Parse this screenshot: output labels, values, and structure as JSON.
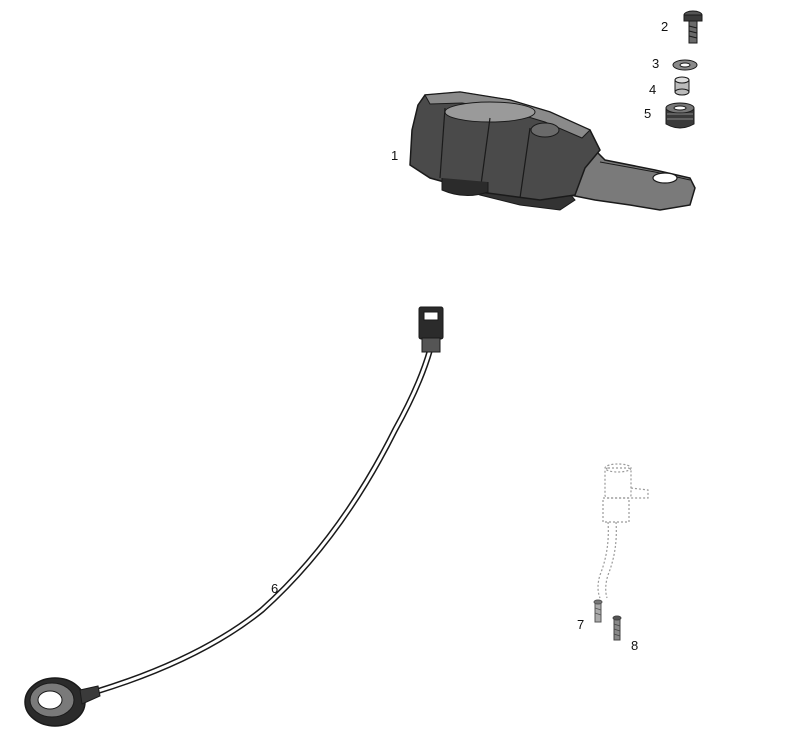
{
  "callouts": {
    "p1": "1",
    "p2": "2",
    "p3": "3",
    "p4": "4",
    "p5": "5",
    "p6": "6",
    "p7": "7",
    "p8": "8"
  },
  "colors": {
    "line": "#1a1a1a",
    "body": "#4a4a4a",
    "dark": "#2b2b2b",
    "light": "#9a9a9a",
    "background": "#ffffff"
  }
}
